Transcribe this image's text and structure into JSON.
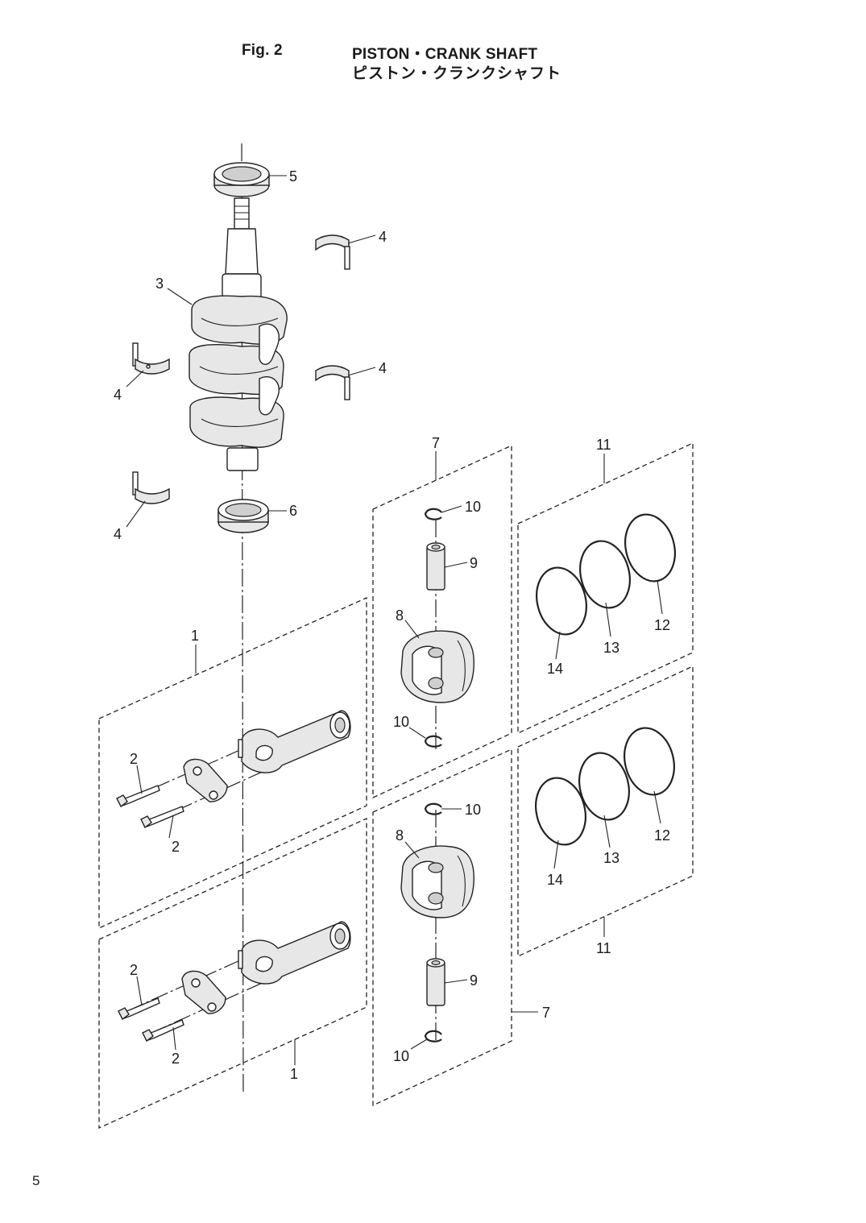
{
  "header": {
    "fig_label": "Fig. 2",
    "title_en": "PISTON・CRANK SHAFT",
    "title_jp": "ピストン・クランクシャフト"
  },
  "callouts": {
    "n1": "1",
    "n2": "2",
    "n3": "3",
    "n4": "4",
    "n5": "5",
    "n6": "6",
    "n7": "7",
    "n8": "8",
    "n9": "9",
    "n10": "10",
    "n11": "11",
    "n12": "12",
    "n13": "13",
    "n14": "14"
  },
  "footer": {
    "page_number": "5"
  }
}
